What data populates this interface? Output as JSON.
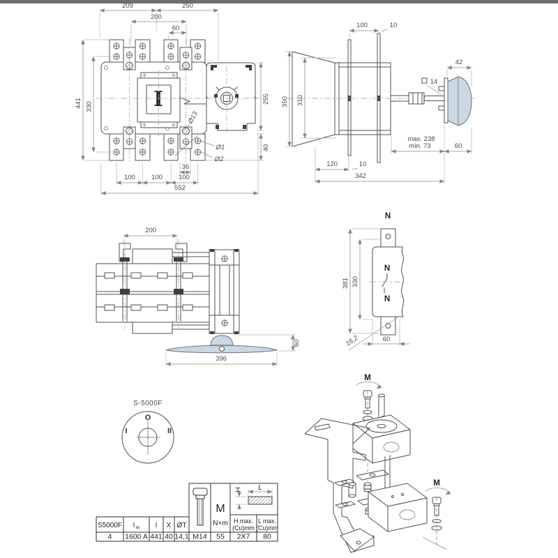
{
  "page": {
    "top_bar_color": "#6e6e6e",
    "background": "#ffffff",
    "line_color": "#4f4f4f",
    "dim_text_color": "#4a4a4a",
    "handle_fill": "#ccd7e4"
  },
  "front_view": {
    "pole_symbol": "I",
    "dims": {
      "w209": "209",
      "w250": "250",
      "w200": "200",
      "w60": "60",
      "h441": "441",
      "h330": "330",
      "h255": "255",
      "h40": "40",
      "w36": "36",
      "w100a": "100",
      "w100b": "100",
      "w100c": "100",
      "w552": "552",
      "hole": "Ø13",
      "note1": "Ø1",
      "note2": "Ø2"
    }
  },
  "side_view": {
    "dims": {
      "t100": "100",
      "t10": "10",
      "w42": "42",
      "sq14": "14",
      "h350": "350",
      "h310": "310",
      "max238": "max. 238",
      "min73": "min. 73",
      "w60": "60",
      "b120": "120",
      "b10": "10",
      "b342": "342"
    }
  },
  "top_view": {
    "dims": {
      "w200": "200",
      "h60": "60",
      "w396": "396"
    }
  },
  "neutral_view": {
    "label": "N",
    "inner_top": "N",
    "inner_bottom": "N",
    "dims": {
      "h381": "381",
      "h330": "330",
      "a162": "16,2",
      "w60": "60"
    }
  },
  "handle_diagram": {
    "title": "S-5000F",
    "pos_left": "I",
    "pos_top": "O",
    "pos_right": "II"
  },
  "exploded_view": {
    "torque_top": "M",
    "torque_side": "M"
  },
  "table": {
    "columns": [
      {
        "header": "S5000F",
        "value": "4"
      },
      {
        "header": "I",
        "header_sub": "th",
        "value": "1600 A"
      },
      {
        "header": "I",
        "value": "441"
      },
      {
        "header": "X",
        "value": "40"
      },
      {
        "header": "ØT",
        "value": "14,1"
      },
      {
        "header_icon": "bolt-icon",
        "value": "M14"
      },
      {
        "header": "M",
        "header_sub": "N×m",
        "value": "55"
      },
      {
        "header": "H max.",
        "header_sub": "(Cu)mm",
        "value": "2X7"
      },
      {
        "header": "L max.",
        "header_sub": "(Cu)mm",
        "value": "80"
      }
    ],
    "diagram": {
      "h": "H",
      "l": "L"
    }
  }
}
